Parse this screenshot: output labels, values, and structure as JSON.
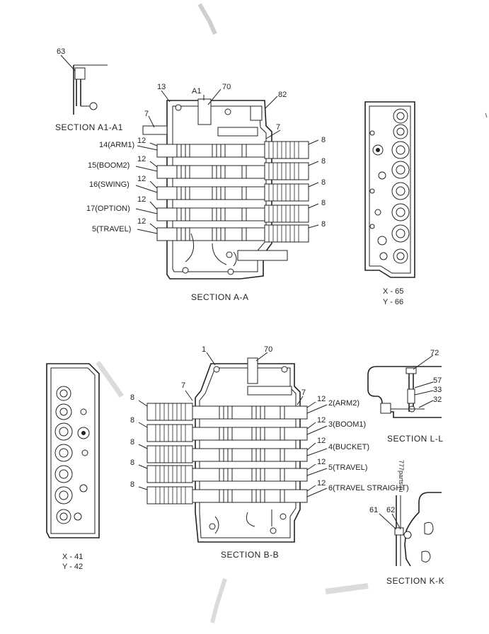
{
  "section_a1": {
    "part_63": "63",
    "caption": "SECTION  A1-A1"
  },
  "section_aa": {
    "caption": "SECTION  A-A",
    "top_labels": {
      "p13": "13",
      "a1": "A1",
      "p70": "70",
      "p82": "82"
    },
    "left_labels": [
      "7",
      "14(ARM1)",
      "15(BOOM2)",
      "16(SWING)",
      "17(OPTION)",
      "5(TRAVEL)"
    ],
    "left_12": [
      "12",
      "12",
      "12",
      "12",
      "12"
    ],
    "right_7": "7",
    "right_8": [
      "8",
      "8",
      "8",
      "8",
      "8"
    ]
  },
  "view_x65": {
    "x": "X - 65",
    "y": "Y - 66"
  },
  "section_bb": {
    "caption": "SECTION  B-B",
    "top_labels": {
      "p1": "1",
      "p70": "70",
      "p7a": "7",
      "p7b": "7"
    },
    "left_8": [
      "8",
      "8",
      "8",
      "8",
      "8"
    ],
    "right_12": [
      "12",
      "12",
      "12",
      "12",
      "12"
    ],
    "right_labels": [
      "2(ARM2)",
      "3(BOOM1)",
      "4(BUCKET)",
      "5(TRAVEL)",
      "6(TRAVEL STRAIGHT)"
    ]
  },
  "view_x41": {
    "x": "X - 41",
    "y": "Y - 42"
  },
  "section_ll": {
    "caption": "SECTION  L-L",
    "parts": [
      "72",
      "57",
      "33",
      "32"
    ]
  },
  "section_kk": {
    "caption": "SECTION  K-K",
    "parts": [
      "61",
      "62"
    ],
    "rotated_note": "777parts.ru"
  }
}
